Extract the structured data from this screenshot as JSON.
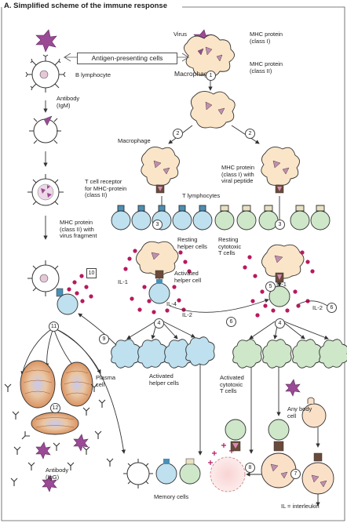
{
  "title": "A. Simplified scheme of the immune response",
  "labels": {
    "virus": "Virus",
    "mhc1": "MHC protein\n(class I)",
    "mhc2": "MHC protein\n(class II)",
    "macrophage_top": "Macrophage",
    "apc": "Antigen-presenting cells",
    "b_lymphocyte": "B lymphocyte",
    "antibody_igm": "Antibody\n(IgM)",
    "macrophage_mid": "Macrophage",
    "mhc1_viral": "MHC protein\n(class I) with\nviral peptide",
    "tcr": "T cell receptor\nfor MHC-protein\n(class II)",
    "t_lymphocytes": "T lymphocytes",
    "mhc2_fragment": "MHC protein\n(class II) with\nvirus fragment",
    "resting_helper": "Resting\nhelper cells",
    "resting_cytotoxic": "Resting\ncytotoxic\nT cells",
    "il1_left": "IL-1",
    "activated_helper_cell": "Activated\nhelper cell",
    "il2_left": "IL-2",
    "il1_right": "IL-1",
    "il2_right": "IL-2",
    "il4": "IL-4",
    "activated_helper_cells": "Activated\nhelper cells",
    "plasma_cell": "Plasma\ncell",
    "activated_cytotoxic": "Activated\ncytotoxic\nT cells",
    "any_body_cell": "Any body\ncell",
    "antibody_igg": "Antibody\n(IgG)",
    "memory_cells": "Memory cells",
    "il_legend": "IL = interleukin"
  },
  "step_numbers": [
    "1",
    "2",
    "2",
    "3",
    "3",
    "4",
    "4",
    "5",
    "6",
    "6",
    "7",
    "8",
    "9",
    "10",
    "11",
    "12"
  ],
  "colors": {
    "resting_helper": "#bfe0ef",
    "cytotoxic": "#cfe7c9",
    "macrophage": "#fbe5c8",
    "virus": "#9b4a96",
    "interleukin": "#b8195e",
    "plasma": "#e8a878",
    "target_dead": "#f7c6c6"
  }
}
